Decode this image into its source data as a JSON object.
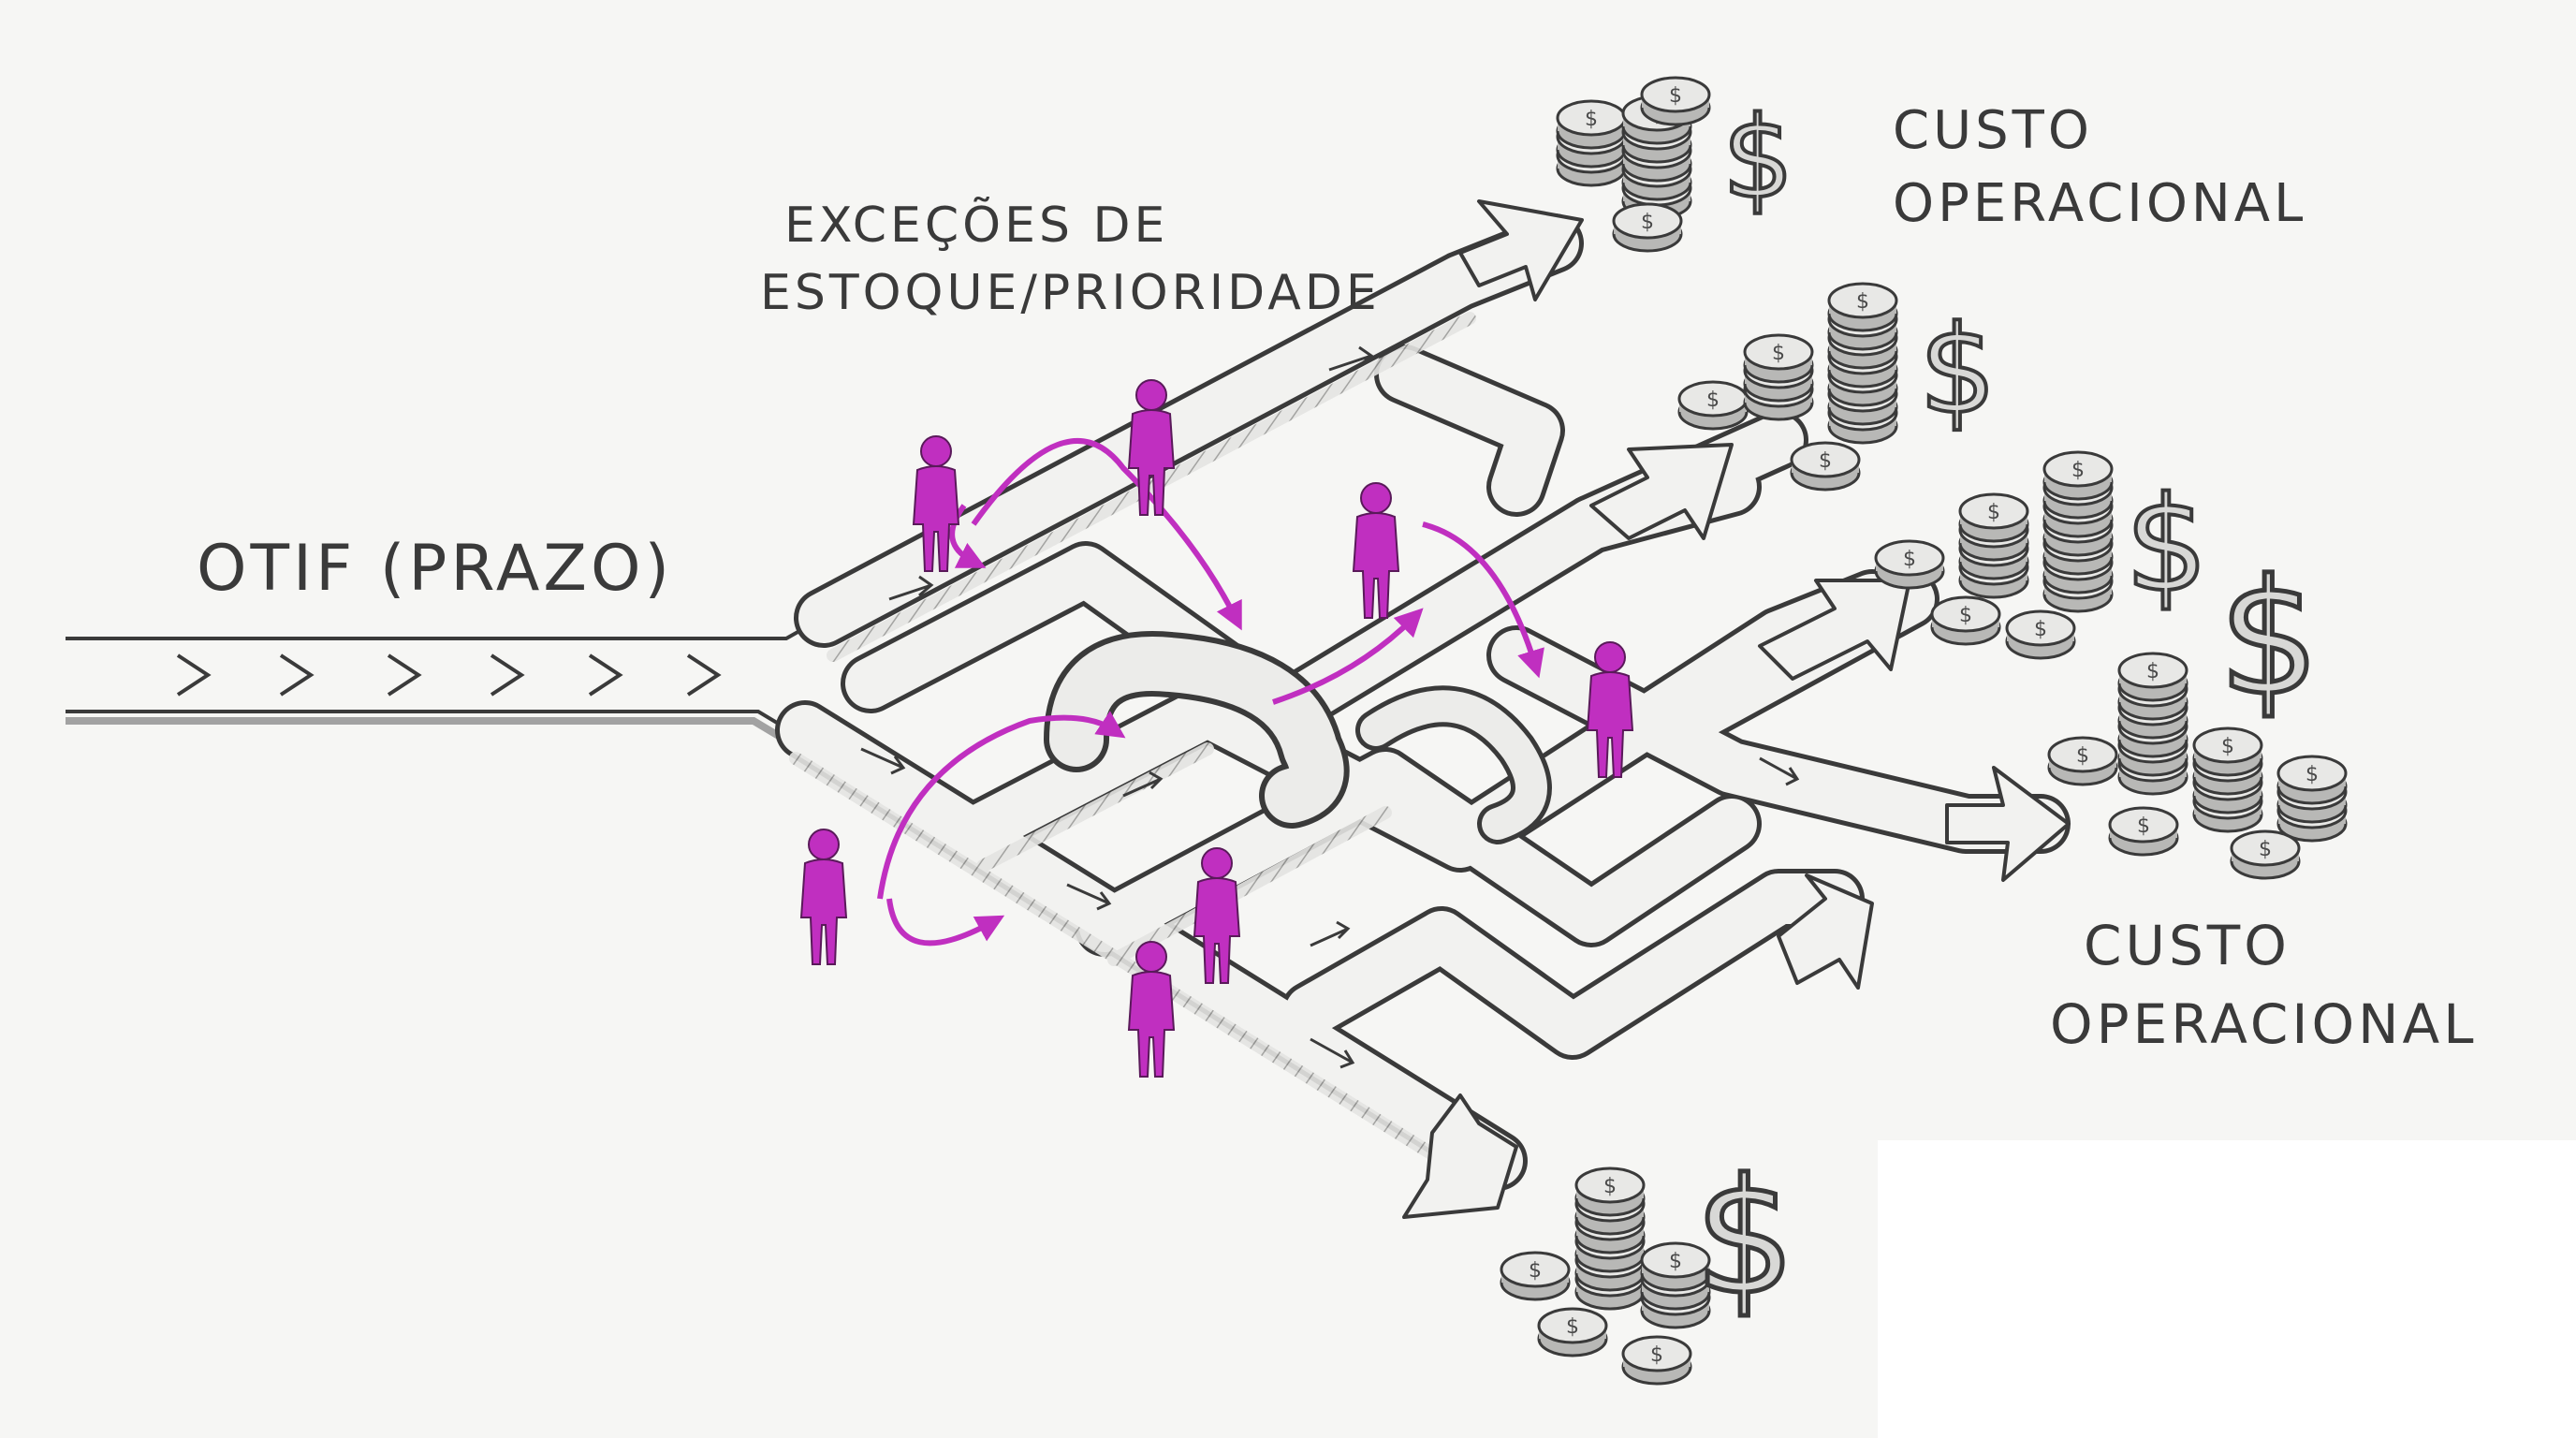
{
  "labels": {
    "otif": "OTIF (PRAZO)",
    "excecoes_line1": "EXCEÇÕES DE",
    "excecoes_line2": "ESTOQUE/PRIORIDADE",
    "custo_top_line1": "CUSTO",
    "custo_top_line2": "OPERACIONAL",
    "custo_mid_line1": "CUSTO",
    "custo_mid_line2": "OPERACIONAL",
    "dollar": "$"
  },
  "colors": {
    "accent": "#c02fc0",
    "ink": "#3a3a3a",
    "road_fill": "#f2f2f0",
    "paper": "#f6f6f4"
  },
  "icons": [
    "person-icon",
    "coin-stack-icon",
    "dollar-sign-icon",
    "arrow-icon",
    "curved-arrow-icon"
  ]
}
